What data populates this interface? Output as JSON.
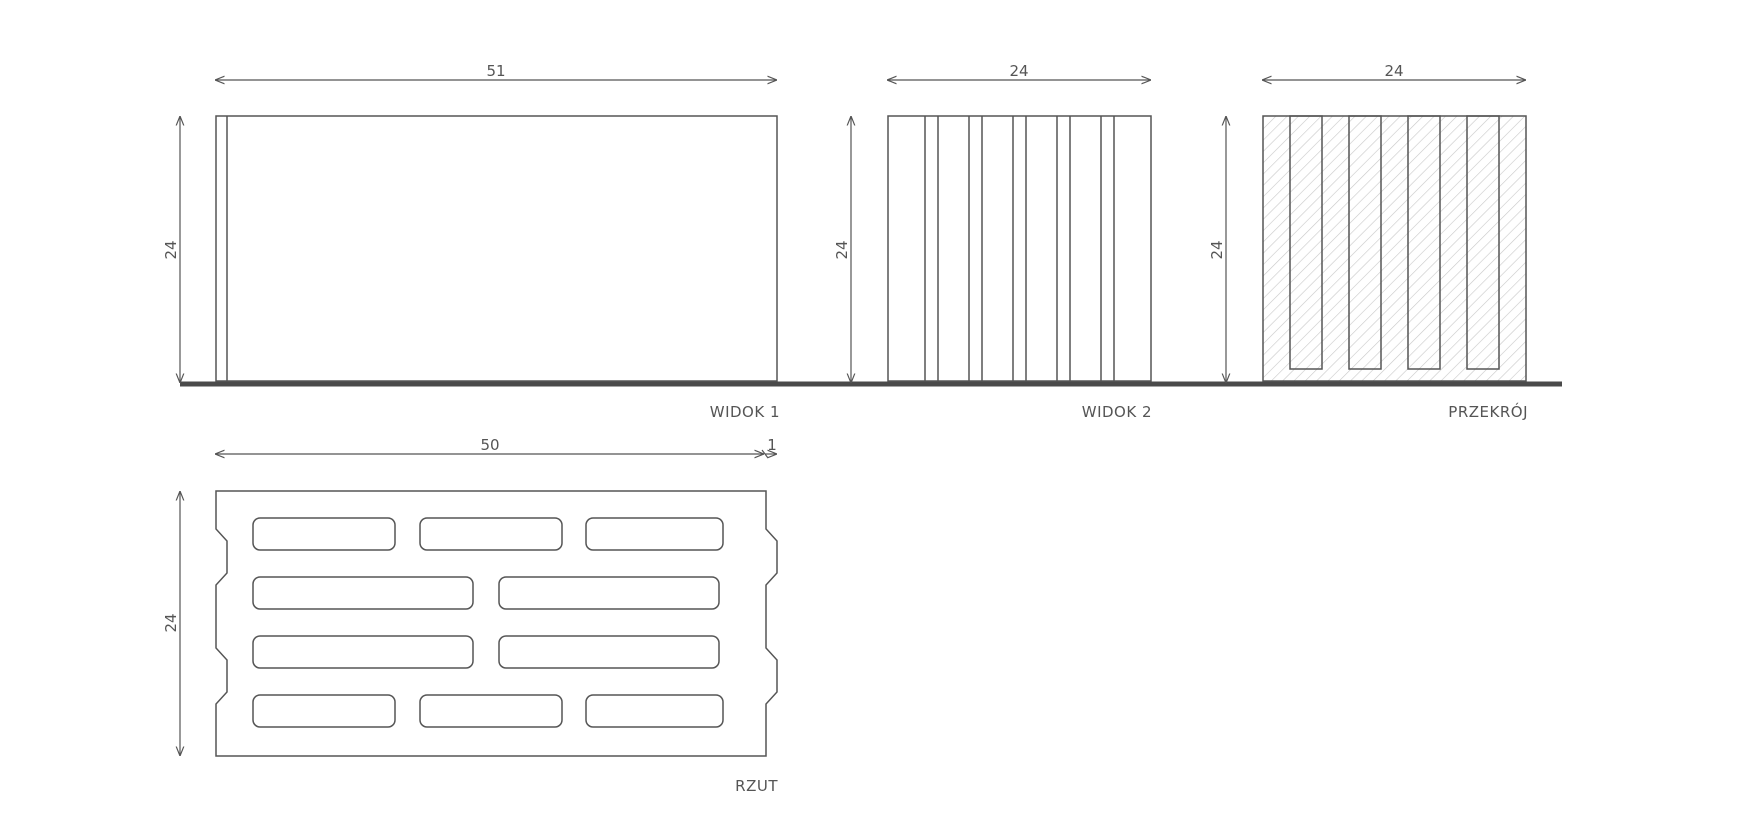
{
  "views": {
    "view1": {
      "label": "WIDOK 1",
      "width_dim": "51",
      "height_dim": "24"
    },
    "view2": {
      "label": "WIDOK 2",
      "width_dim": "24",
      "height_dim": "24"
    },
    "section": {
      "label": "PRZEKRÓJ",
      "width_dim": "24",
      "height_dim": "24"
    },
    "plan": {
      "label": "RZUT",
      "width_dim": "50",
      "offset_dim": "1",
      "height_dim": "24"
    }
  },
  "colors": {
    "line": "#555555",
    "ground": "#4a4a4a",
    "hatch": "#c8c8c8"
  }
}
